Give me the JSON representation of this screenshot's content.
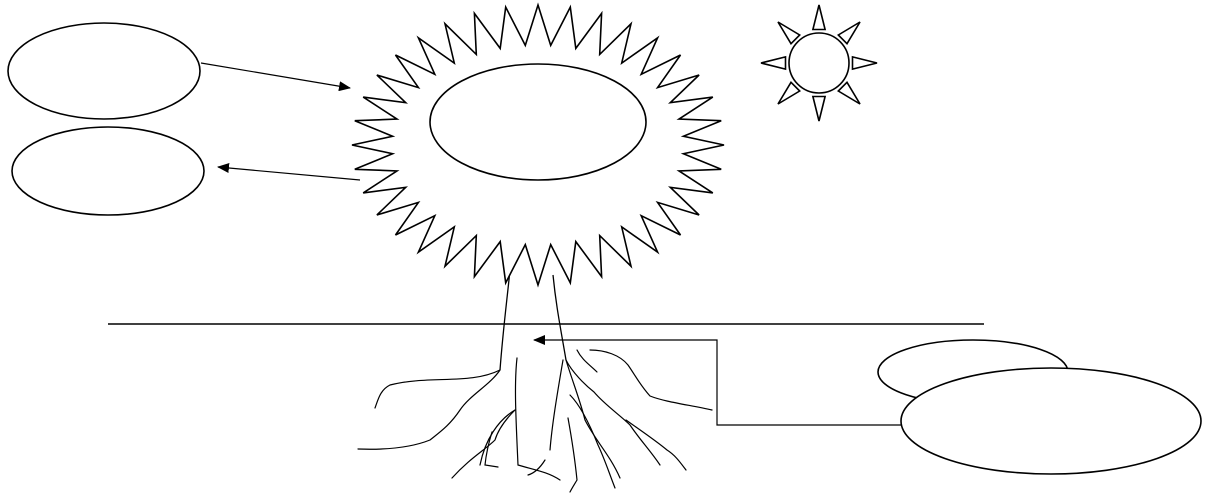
{
  "diagram": {
    "kind": "photosynthesis-plant-worksheet",
    "stroke_color": "#000000",
    "fill_color": "#ffffff",
    "label_bubbles": [
      {
        "id": "input-top-left",
        "text": "",
        "arrow": "toward-leaf-crown"
      },
      {
        "id": "output-left",
        "text": "",
        "arrow": "from-leaf-crown"
      },
      {
        "id": "input-right-upper",
        "text": "",
        "arrow": "none"
      },
      {
        "id": "input-right-lower",
        "text": "",
        "arrow": "toward-roots"
      }
    ],
    "icons": [
      "sun-icon",
      "leaf-crown-icon",
      "roots-icon"
    ]
  }
}
